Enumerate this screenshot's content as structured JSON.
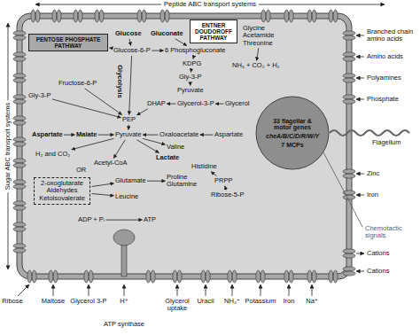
{
  "diagram": {
    "nodes": [
      {
        "text": [
          "PENTOSE PHOSPHATE PATHWAY"
        ]
      },
      {
        "text": [
          "Glucose"
        ]
      },
      {
        "text": [
          "Gluconate"
        ]
      },
      {
        "text": [
          "ENTNER DOUDOROFF PATHWAY"
        ]
      },
      {
        "text": [
          "Glycine Acetamide Threonine"
        ]
      },
      {
        "text": [
          "Glucose-6-P"
        ]
      },
      {
        "text": [
          "6 Phosphogluconate"
        ]
      },
      {
        "text": [
          "NH₃ + CO₂ + H₂"
        ]
      },
      {
        "text": [
          "KDPG"
        ]
      },
      {
        "text": [
          "Gly-3-P"
        ]
      },
      {
        "text": [
          "Fructose-6-P"
        ]
      },
      {
        "text": [
          "Gly-3-P"
        ]
      },
      {
        "text": [
          "Pyruvate"
        ]
      },
      {
        "text": [
          "DHAP"
        ]
      },
      {
        "text": [
          "Glycerol-3-P"
        ]
      },
      {
        "text": [
          "Glycerol"
        ]
      },
      {
        "text": [
          "PEP"
        ]
      },
      {
        "text": [
          "Aspartate"
        ]
      },
      {
        "text": [
          "Malate"
        ]
      },
      {
        "text": [
          "Pyruvate"
        ]
      },
      {
        "text": [
          "Oxaloacetate"
        ]
      },
      {
        "text": [
          "Aspartate"
        ]
      },
      {
        "text": [
          "Valine"
        ]
      },
      {
        "text": [
          "Lactate"
        ]
      },
      {
        "text": [
          "H₂ and CO₂"
        ]
      },
      {
        "text": [
          "Acetyl-CoA"
        ]
      },
      {
        "text": [
          "2-oxoglutarate Aldehydes Ketoisovalerate"
        ]
      },
      {
        "text": [
          "Glutamate"
        ]
      },
      {
        "text": [
          "Proline Glutamine"
        ]
      },
      {
        "text": [
          "Histidine"
        ]
      },
      {
        "text": [
          "PRPP"
        ]
      },
      {
        "text": [
          "Ribose-5-P"
        ]
      },
      {
        "text": [
          "Leucine"
        ]
      },
      {
        "text": [
          "ADP + Pᵢ"
        ]
      },
      {
        "text": [
          "ATP"
        ]
      },
      {
        "text": [
          "33 flagellar & motor genes",
          "cheA/B/C/D/R/W/Y",
          "7 MCPs"
        ]
      }
    ],
    "edges": [
      {
        "from": 1,
        "to": 5,
        "arrow": "to"
      },
      {
        "from": 2,
        "to": 6,
        "arrow": "to"
      },
      {
        "from": 5,
        "to": 0,
        "arrow": "to"
      },
      {
        "from": 5,
        "to": 6,
        "arrow": "to"
      },
      {
        "from": 6,
        "to": 8,
        "arrow": "to"
      },
      {
        "from": 8,
        "to": 9,
        "arrow": "to"
      },
      {
        "from": 9,
        "to": 12,
        "arrow": "to"
      },
      {
        "from": 4,
        "to": 7,
        "arrow": "to"
      },
      {
        "from": 5,
        "to": 16,
        "arrow": "to"
      },
      {
        "from": 10,
        "to": 16,
        "arrow": "to"
      },
      {
        "from": 11,
        "to": 16,
        "arrow": "to"
      },
      {
        "from": 15,
        "to": 14,
        "arrow": "to"
      },
      {
        "from": 14,
        "to": 13,
        "arrow": "to"
      },
      {
        "from": 13,
        "to": 16,
        "arrow": "to"
      },
      {
        "from": 16,
        "to": 19,
        "arrow": "to"
      },
      {
        "from": 17,
        "to": 18,
        "arrow": "to"
      },
      {
        "from": 18,
        "to": 19,
        "arrow": "to"
      },
      {
        "from": 21,
        "to": 20,
        "arrow": "to"
      },
      {
        "from": 20,
        "to": 19,
        "arrow": "to"
      },
      {
        "from": 19,
        "to": 22,
        "arrow": "to"
      },
      {
        "from": 19,
        "to": 23,
        "arrow": "to"
      },
      {
        "from": 19,
        "to": 24,
        "arrow": "to"
      },
      {
        "from": 19,
        "to": 25,
        "arrow": "to"
      },
      {
        "from": 26,
        "to": 27,
        "arrow": "to"
      },
      {
        "from": 27,
        "to": 28,
        "arrow": "to"
      },
      {
        "from": 26,
        "to": 32,
        "arrow": "to"
      },
      {
        "from": 31,
        "to": 30,
        "arrow": "to"
      },
      {
        "from": 30,
        "to": 29,
        "arrow": "to"
      },
      {
        "from": 33,
        "to": 34,
        "arrow": "to"
      }
    ],
    "labels": [
      "Peptide ABC transport systems",
      "Sugar ABC transport systems",
      "Glycolysis",
      "OR",
      "Branched chain amino acids",
      "Amino acids",
      "Polyamines",
      "Phosphate",
      "Flagellum",
      "Zinc",
      "Iron",
      "Chemotactic signals",
      "Cations",
      "Cations",
      "Ribose",
      "Maltose",
      "Glycerol 3-P",
      "H⁺",
      "ATP synthase",
      "Glycerol uptake",
      "Uracil",
      "NH₄⁺",
      "Potassium",
      "Iron",
      "Na⁺"
    ]
  }
}
